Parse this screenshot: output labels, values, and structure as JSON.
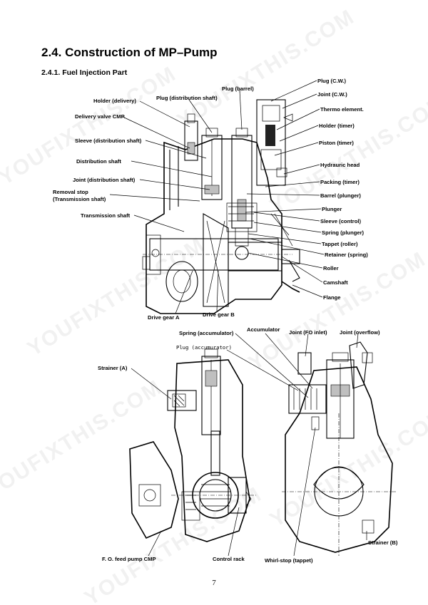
{
  "header": {
    "section_title": "2.4. Construction of MP–Pump",
    "subsection_title": "2.4.1.   Fuel Injection Part"
  },
  "upper_diagram": {
    "left_labels": [
      "Holder (delivery)",
      "Delivery valve CMP.",
      "Sleeve (distribution shaft)",
      "Distribution shaft",
      "Joint (distribution shaft)",
      "Removal stop",
      "(Transmission shaft)",
      "Transmission shaft"
    ],
    "top_labels": [
      "Plug (distribution shaft)",
      "Plug (barrel)"
    ],
    "right_labels": [
      "Plug (C.W.)",
      "Joint (C.W.)",
      "Thermo element.",
      "Holder (timer)",
      "Piston (timer)",
      "Hydrauric head",
      "Packing (timer)",
      "Barrel (plunger)",
      "Plunger",
      "Sleeve (control)",
      "Spring (plunger)",
      "Tappet (roller)",
      "Retainer (spring)",
      "Roller",
      "Camshaft",
      "Flange"
    ],
    "bottom_labels": [
      "Drive gear A",
      "Drive gear B"
    ]
  },
  "lower_diagram": {
    "labels": [
      "Spring (accumulator)",
      "Accumulator",
      "Joint (FO inlet)",
      "Joint (overflow)",
      "Plug (accumurator)",
      "Strainer (A)",
      "Strainer (B)",
      "F. O. feed pump CMP",
      "Control rack",
      "Whirl-stop (tappet)"
    ]
  },
  "footer": {
    "page_number": "7"
  },
  "watermark": {
    "text": "YOUFIXTHIS.COM"
  }
}
